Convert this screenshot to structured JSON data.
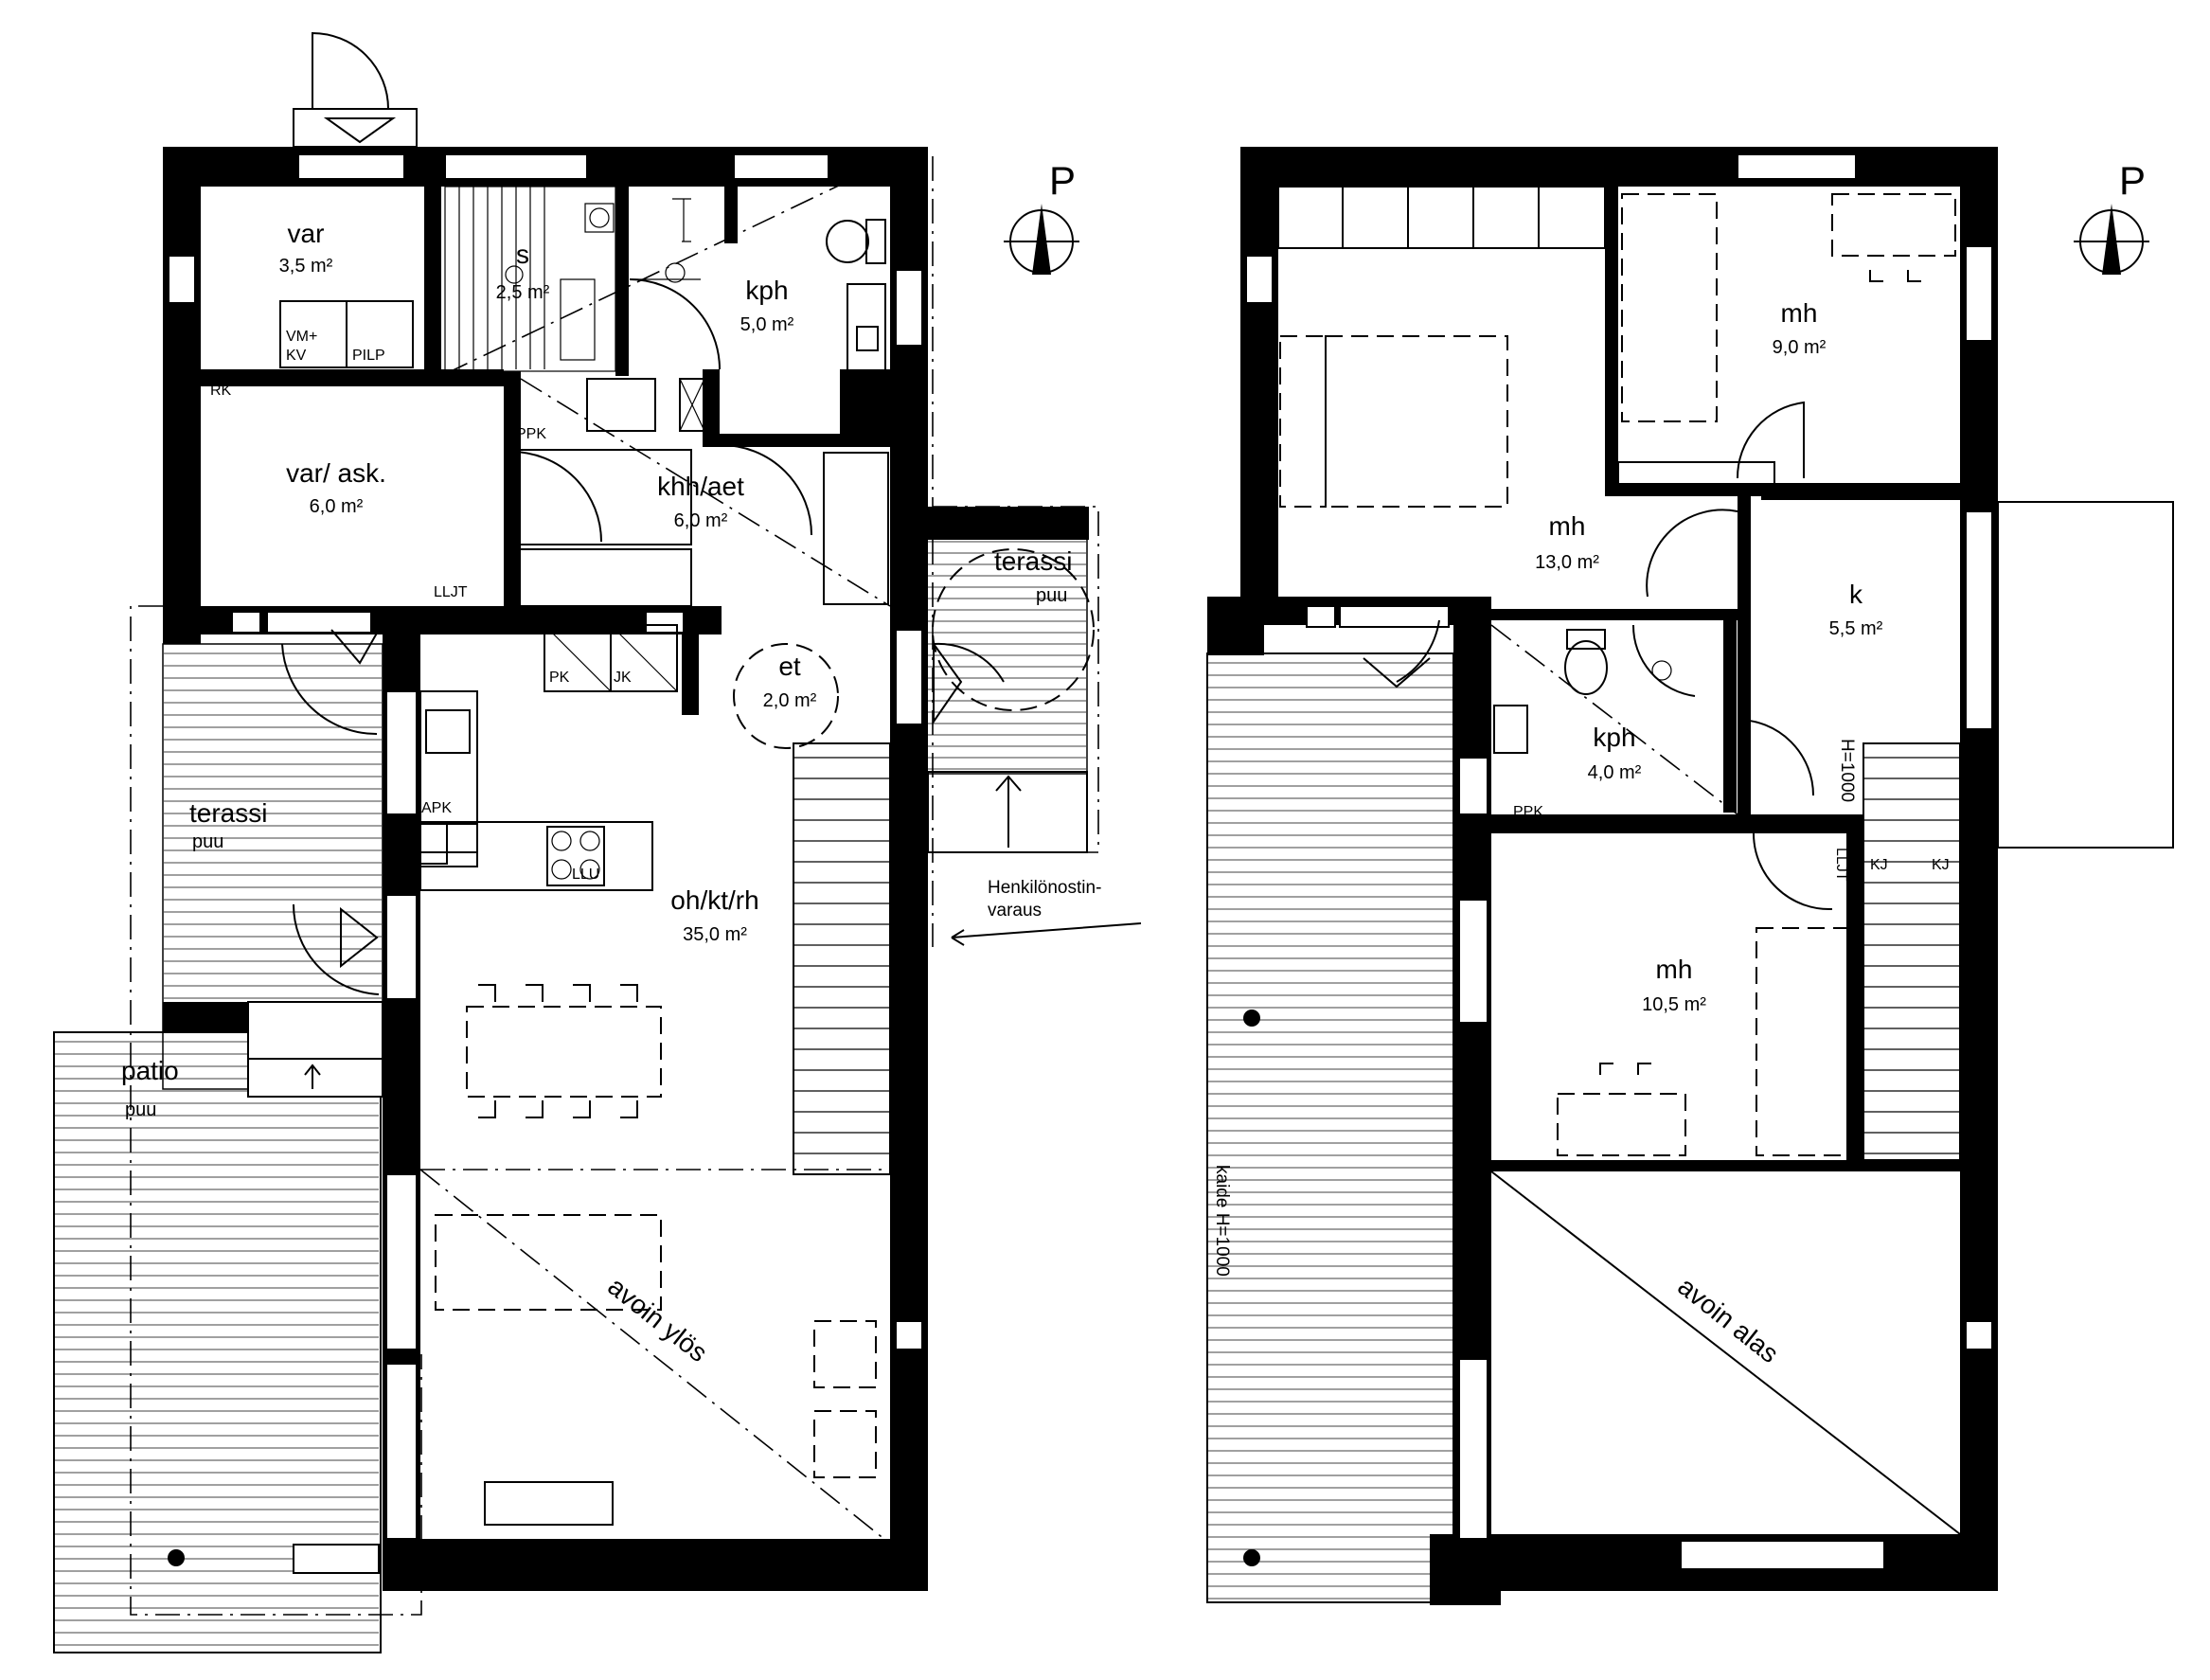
{
  "north_label": "P",
  "ground_floor": {
    "rooms": [
      {
        "id": "var",
        "name": "var",
        "area": "3,5 m²"
      },
      {
        "id": "s",
        "name": "s",
        "area": "2,5 m²"
      },
      {
        "id": "kph",
        "name": "kph",
        "area": "5,0 m²"
      },
      {
        "id": "var-ask",
        "name": "var/ ask.",
        "area": "6,0 m²"
      },
      {
        "id": "khh-aet",
        "name": "khh/aet",
        "area": "6,0 m²"
      },
      {
        "id": "et",
        "name": "et",
        "area": "2,0 m²"
      },
      {
        "id": "oh-kt-rh",
        "name": "oh/kt/rh",
        "area": "35,0 m²"
      }
    ],
    "outdoor": [
      {
        "id": "terassi-west",
        "name": "terassi",
        "material": "puu"
      },
      {
        "id": "terassi-east",
        "name": "terassi",
        "material": "puu"
      },
      {
        "id": "patio",
        "name": "patio",
        "material": "puu"
      }
    ],
    "fixture_labels": [
      "VM+",
      "KV",
      "PILP",
      "RK",
      "PPK",
      "LLJT",
      "PK",
      "JK",
      "APK",
      "LLU"
    ],
    "annotations": {
      "lift_reservation_1": "Henkilönostin-",
      "lift_reservation_2": "varaus",
      "open_up": "avoin ylös"
    }
  },
  "upper_floor": {
    "rooms": [
      {
        "id": "mh-13",
        "name": "mh",
        "area": "13,0 m²"
      },
      {
        "id": "mh-9",
        "name": "mh",
        "area": "9,0 m²"
      },
      {
        "id": "k",
        "name": "k",
        "area": "5,5 m²"
      },
      {
        "id": "kph-up",
        "name": "kph",
        "area": "4,0 m²"
      },
      {
        "id": "mh-10",
        "name": "mh",
        "area": "10,5 m²"
      }
    ],
    "fixture_labels": [
      "PPK",
      "LLJT",
      "KJ",
      "KJ"
    ],
    "annotations": {
      "railing": "kaide H=1000",
      "rail_height": "H=1000",
      "open_down": "avoin alas"
    }
  }
}
